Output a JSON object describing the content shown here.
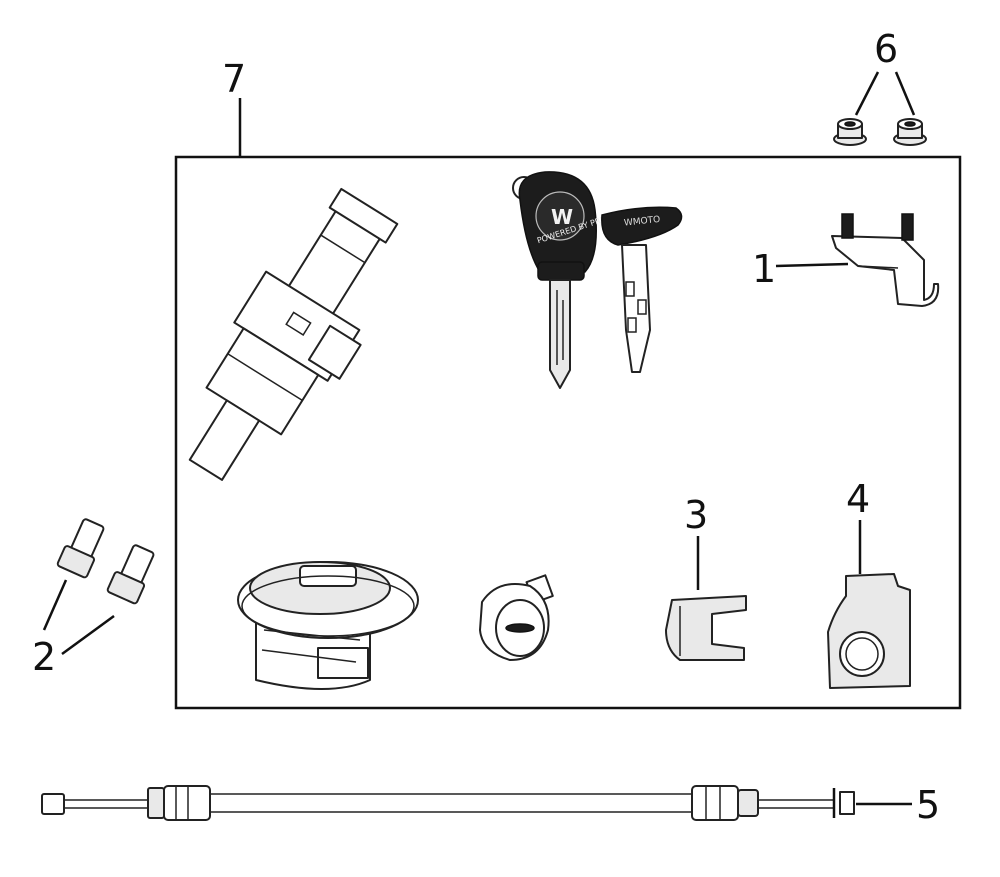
{
  "callouts": {
    "c1": "1",
    "c2": "2",
    "c3": "3",
    "c4": "4",
    "c5": "5",
    "c6": "6",
    "c7": "7"
  },
  "key_black": {
    "ring_text": "POWERED BY PRESS",
    "logo": "W"
  },
  "key_folding": {
    "brand": "WMOTO"
  }
}
